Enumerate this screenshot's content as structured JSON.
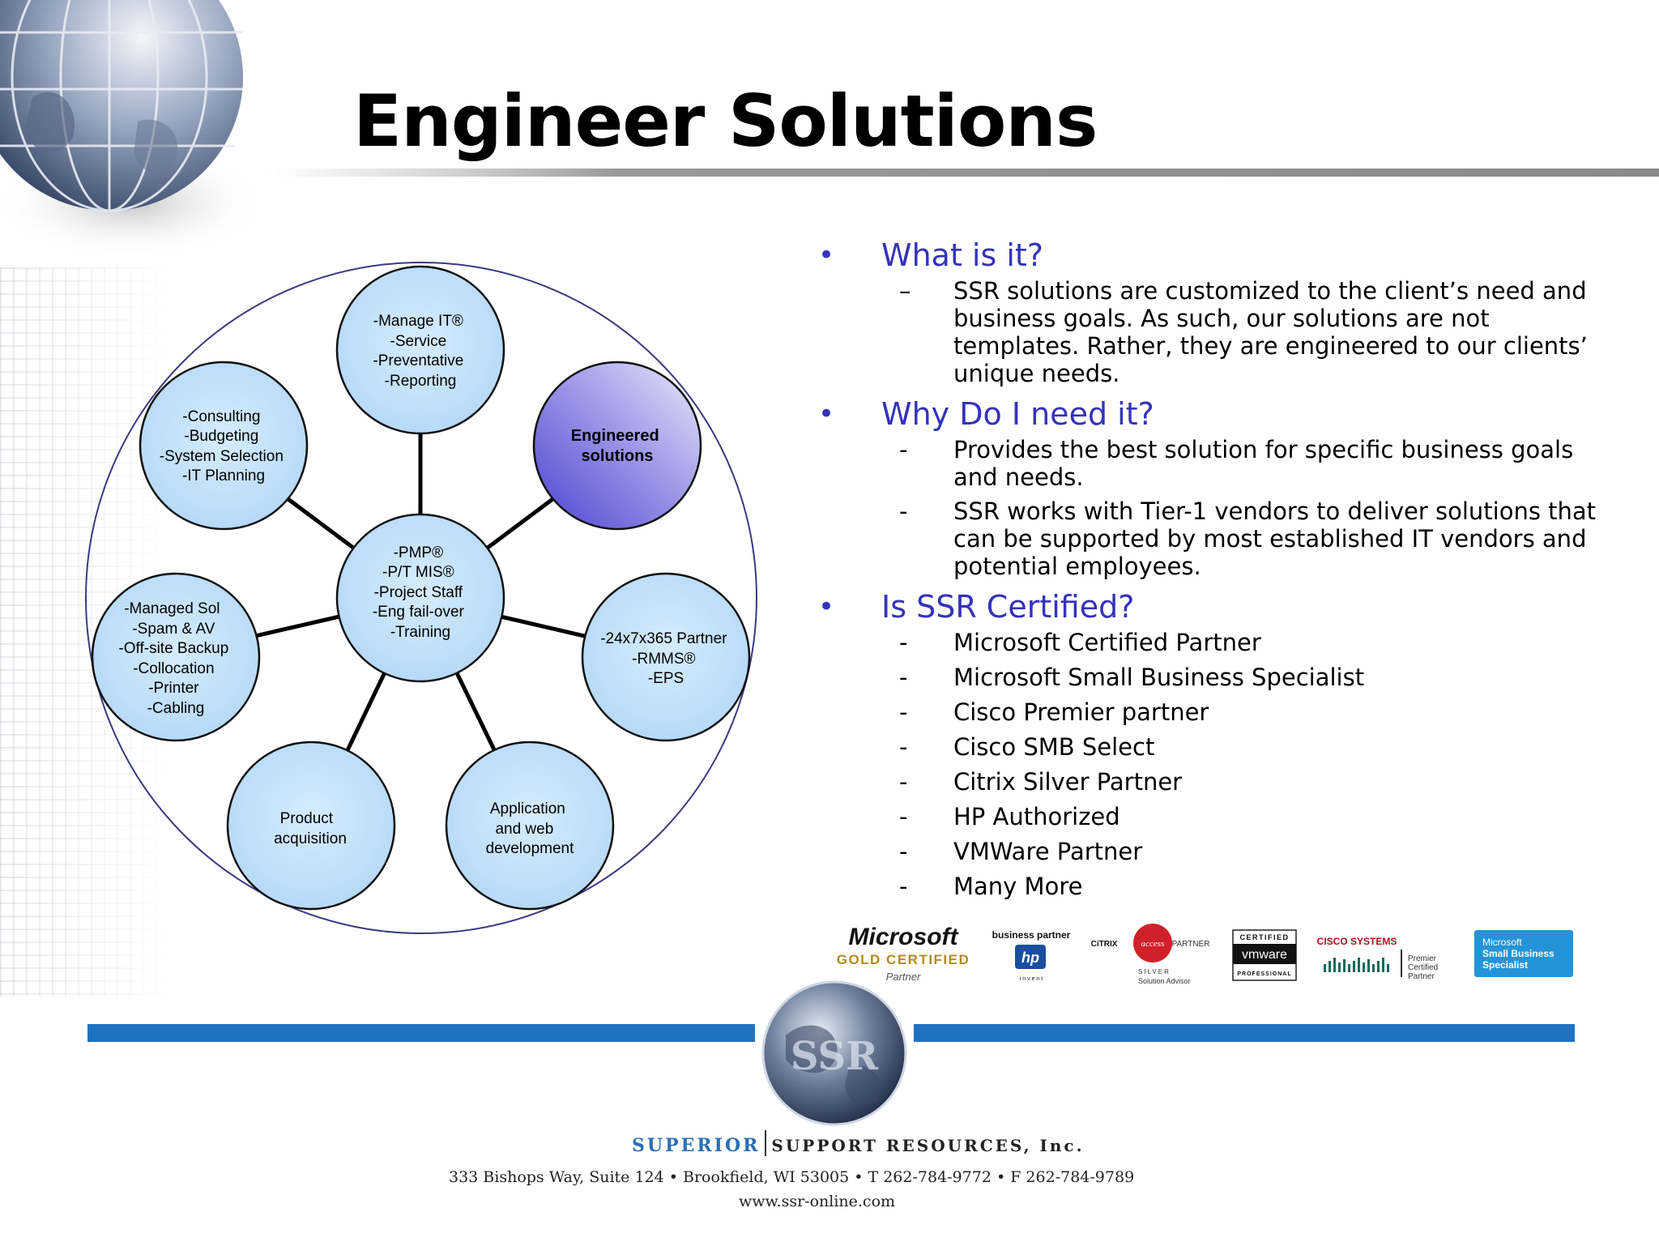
{
  "slide": {
    "title": "Engineer Solutions"
  },
  "diagram": {
    "center": {
      "lines": [
        "-PMP®",
        "-P/T MIS®",
        "-Project Staff",
        "-Eng fail-over",
        "-Training"
      ]
    },
    "nodes": [
      {
        "key": "top",
        "lines": [
          "-Manage IT®",
          "-Service",
          "-Preventative",
          "-Reporting"
        ]
      },
      {
        "key": "engineered",
        "lines": [
          "Engineered",
          "solutions"
        ]
      },
      {
        "key": "right",
        "lines": [
          "-24x7x365 Partner",
          "-RMMS®",
          "-EPS"
        ]
      },
      {
        "key": "application",
        "lines": [
          "Application",
          "and web",
          "development"
        ]
      },
      {
        "key": "product",
        "lines": [
          "Product",
          "acquisition"
        ]
      },
      {
        "key": "managed",
        "lines": [
          "-Managed Sol",
          "-Spam & AV",
          "-Off-site Backup",
          "-Collocation",
          "-Printer",
          "-Cabling"
        ]
      },
      {
        "key": "consulting",
        "lines": [
          "-Consulting",
          "-Budgeting",
          "-System Selection",
          "-IT Planning"
        ]
      }
    ]
  },
  "content": {
    "sections": [
      {
        "heading": "What is it?",
        "bullet": "•",
        "items": [
          {
            "dash": "–",
            "text": "SSR solutions are customized to the client’s need and business goals.  As such, our solutions are not templates.  Rather, they are engineered to our clients’ unique needs."
          }
        ]
      },
      {
        "heading": "Why Do I need it?",
        "bullet": "•",
        "items": [
          {
            "dash": "-",
            "text": "Provides the best solution for specific business goals and needs."
          },
          {
            "dash": "-",
            "text": "SSR works with Tier-1 vendors to deliver solutions that can be supported by most established IT vendors and potential employees."
          }
        ]
      },
      {
        "heading": "Is SSR Certified?",
        "bullet": "•",
        "items": [
          {
            "dash": "-",
            "text": "Microsoft Certified Partner"
          },
          {
            "dash": "-",
            "text": "Microsoft Small Business Specialist"
          },
          {
            "dash": "-",
            "text": "Cisco Premier partner"
          },
          {
            "dash": "-",
            "text": "Cisco SMB Select"
          },
          {
            "dash": "-",
            "text": "Citrix Silver Partner"
          },
          {
            "dash": "-",
            "text": "HP Authorized"
          },
          {
            "dash": "-",
            "text": "VMWare Partner"
          },
          {
            "dash": "-",
            "text": "Many More"
          }
        ]
      }
    ]
  },
  "logos": {
    "microsoft": {
      "name": "Microsoft",
      "line2": "GOLD CERTIFIED",
      "line3": "Partner"
    },
    "hp": {
      "top": "business partner",
      "mark": "hp",
      "bottom": "i n v e n t"
    },
    "citrix": {
      "brand": "CiTRIX",
      "badge": "access",
      "partner": "PARTNER",
      "silver": "SILVER",
      "advisor": "Solution Advisor"
    },
    "vmware": {
      "top": "CERTIFIED",
      "mark": "vmware",
      "bottom": "PROFESSIONAL"
    },
    "cisco": {
      "brand": "CISCO SYSTEMS",
      "l1": "Premier",
      "l2": "Certified",
      "l3": "Partner"
    },
    "mssbs": {
      "l1": "Microsoft",
      "l2": "Small Business",
      "l3": "Specialist"
    }
  },
  "footer": {
    "logo_text": "SSR",
    "company_a": "SUPERIOR",
    "company_b": "SUPPORT RESOURCES, Inc.",
    "address": "333 Bishops Way, Suite 124 • Brookfield, WI 53005 • T 262-784-9772  •  F 262-784-9789",
    "website": "www.ssr-online.com"
  },
  "colors": {
    "heading": "#3333bb",
    "node_fill": "#bfe0fb",
    "engineered_fill": "#6a63d6",
    "footer_bar": "#1f72c2"
  }
}
